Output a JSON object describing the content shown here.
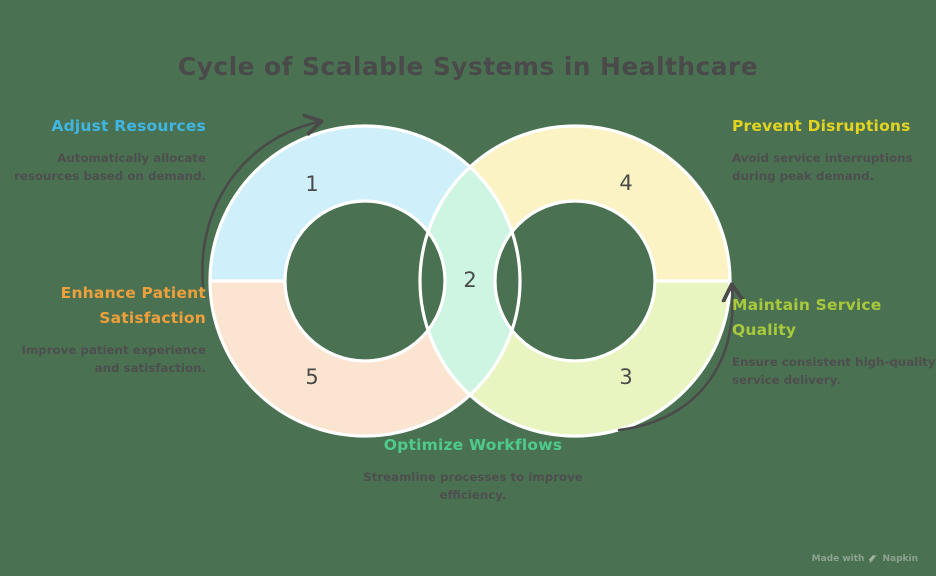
{
  "page": {
    "title": "Cycle of Scalable Systems in Healthcare",
    "background_color": "#4a7252",
    "text_color": "#4a4a4a"
  },
  "watermark": {
    "prefix": "Made with",
    "brand": "Napkin",
    "logo_icon": "napkin-logo-icon"
  },
  "chart_data": {
    "type": "diagram",
    "subtype": "infinity-cycle-donut",
    "title": "Cycle of Scalable Systems in Healthcare",
    "legend_position": "around",
    "grid": false,
    "rings": [
      {
        "name": "left-donut",
        "center": [
          365,
          281
        ],
        "outer_radius": 155,
        "inner_radius": 80
      },
      {
        "name": "right-donut",
        "center": [
          575,
          281
        ],
        "outer_radius": 155,
        "inner_radius": 80
      }
    ],
    "segments": [
      {
        "number": "1",
        "heading": "Adjust Resources",
        "body": "Automatically allocate resources based on demand.",
        "color": "#cfeffb",
        "heading_color": "#3fb6e3",
        "ring": "left-donut",
        "start_angle": 180,
        "end_angle": 300,
        "label_position": "left-top"
      },
      {
        "number": "2",
        "heading": "Optimize Workflows",
        "body": "Streamline processes to improve efficiency.",
        "color": "#cdf5e2",
        "heading_color": "#4ecb8c",
        "ring": "overlap",
        "label_position": "bottom-center"
      },
      {
        "number": "3",
        "heading": "Maintain Service Quality",
        "body": "Ensure consistent high-quality service delivery.",
        "color": "#e8f5c0",
        "heading_color": "#a8c93c",
        "ring": "right-donut",
        "start_angle": 0,
        "end_angle": 120,
        "label_position": "right-bottom"
      },
      {
        "number": "4",
        "heading": "Prevent Disruptions",
        "body": "Avoid service interruptions during peak demand.",
        "color": "#fcf3c4",
        "heading_color": "#e4d422",
        "ring": "right-donut",
        "start_angle": 240,
        "end_angle": 360,
        "label_position": "right-top"
      },
      {
        "number": "5",
        "heading": "Enhance Patient Satisfaction",
        "body": "Improve patient experience and satisfaction.",
        "color": "#fce5d0",
        "heading_color": "#efa03a",
        "ring": "left-donut",
        "start_angle": 60,
        "end_angle": 180,
        "label_position": "left-bottom"
      }
    ],
    "arrows": [
      {
        "name": "left-arrow",
        "direction": "clockwise",
        "side": "left",
        "color": "#4a4a4a"
      },
      {
        "name": "right-arrow",
        "direction": "clockwise",
        "side": "right",
        "color": "#4a4a4a"
      }
    ]
  }
}
